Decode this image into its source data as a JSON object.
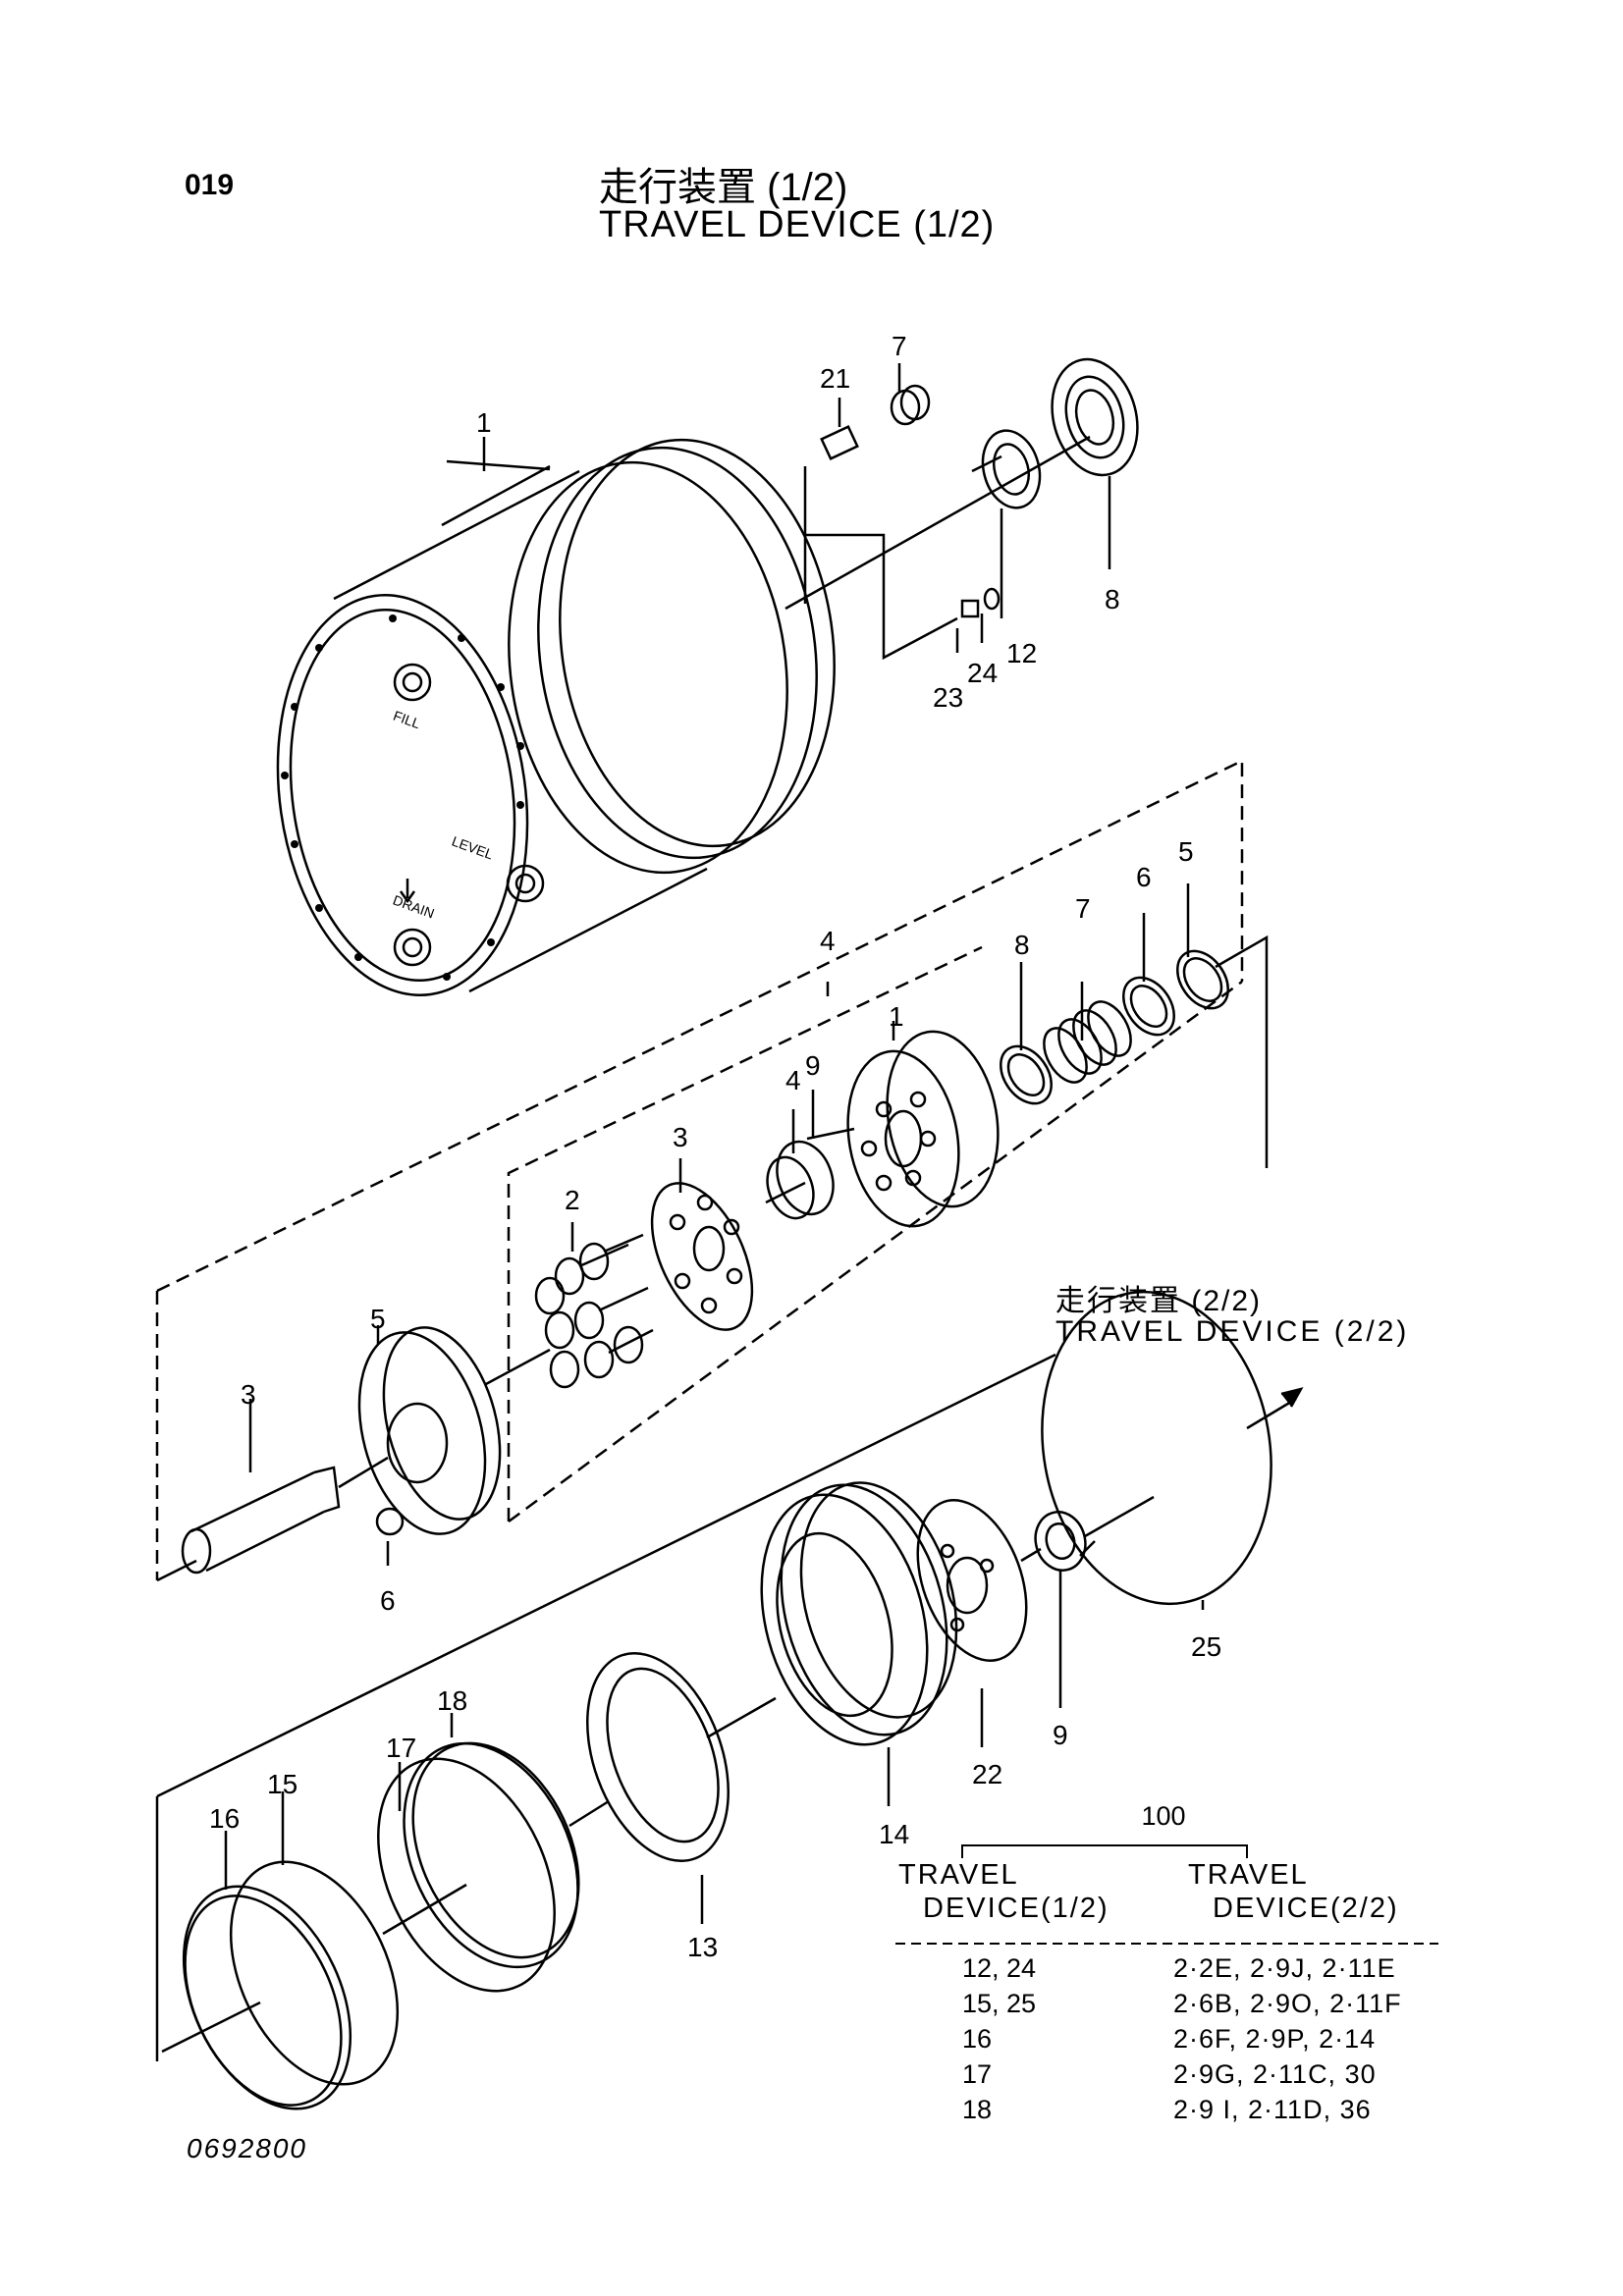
{
  "page": {
    "number": "019",
    "title_jp": "走行装置 (1/2)",
    "title_en": "TRAVEL  DEVICE (1/2)",
    "doc_number": "0692800"
  },
  "reference": {
    "title_jp": "走行装置 (2/2)",
    "title_en": "TRAVEL DEVICE (2/2)"
  },
  "callouts": [
    "1",
    "21",
    "7",
    "12",
    "8",
    "23",
    "24",
    "4",
    "5",
    "6",
    "7",
    "8",
    "9",
    "4",
    "1",
    "3",
    "2",
    "5",
    "3",
    "6",
    "25",
    "9",
    "22",
    "18",
    "17",
    "15",
    "16",
    "14",
    "13"
  ],
  "table": {
    "group_label": "100",
    "col1_header": [
      "TRAVEL",
      "DEVICE(1/2)"
    ],
    "col2_header": [
      "TRAVEL",
      "DEVICE(2/2)"
    ],
    "rows": [
      {
        "left": "12, 24",
        "right": "2·2E,  2·9J,     2·11E"
      },
      {
        "left": "15, 25",
        "right": "2·6B,  2·9O,    2·11F"
      },
      {
        "left": "16",
        "right": "2·6F,  2·9P,     2·14"
      },
      {
        "left": "17",
        "right": "2·9G,  2·11C,  30"
      },
      {
        "left": "18",
        "right": "2·9 I,  2·11D,  36"
      }
    ]
  },
  "stamp_labels": [
    "FILL",
    "LEVEL",
    "DRAIN"
  ]
}
